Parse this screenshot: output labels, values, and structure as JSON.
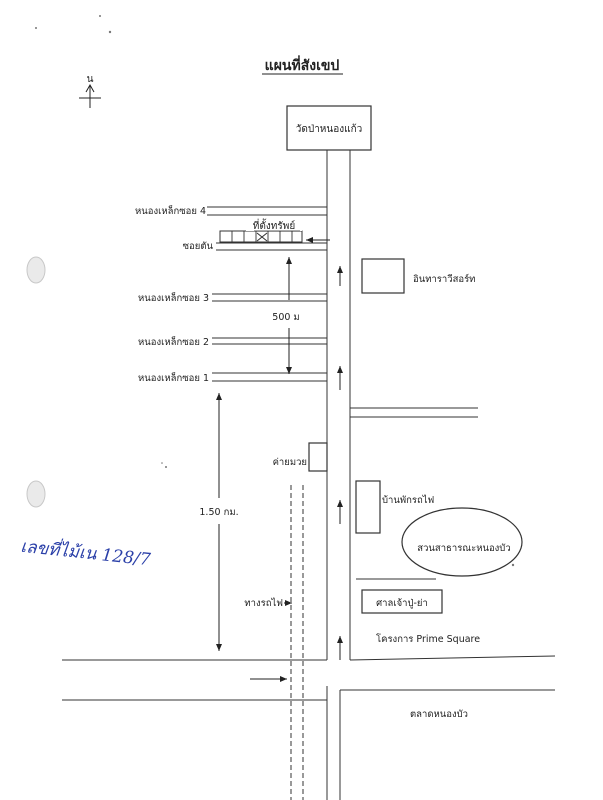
{
  "title": "แผนที่สังเขป",
  "north_label": "น",
  "landmarks": {
    "temple": "วัดป่าหนองแก้ว",
    "property": "ที่ตั้งทรัพย์",
    "dead_end": "ซอยตัน",
    "intra_resort": "อินทาราวีสอร์ท",
    "boxing_camp": "ค่ายมวย",
    "railway_house": "บ้านพักรถไฟ",
    "park": "สวนสาธารณะหนองบัว",
    "shrine": "ศาลเจ้าปู่-ย่า",
    "prime_square": "โครงการ Prime Square",
    "market": "ตลาดหนองบัว",
    "railway": "ทางรถไฟ"
  },
  "sois": [
    "หนองเหล็กซอย 4",
    "หนองเหล็กซอย 3",
    "หนองเหล็กซอย 2",
    "หนองเหล็กซอย 1"
  ],
  "distances": {
    "short": "500 ม",
    "long": "1.50 กม."
  },
  "handwritten_note": "เลขที่ไม้เน 128/7"
}
